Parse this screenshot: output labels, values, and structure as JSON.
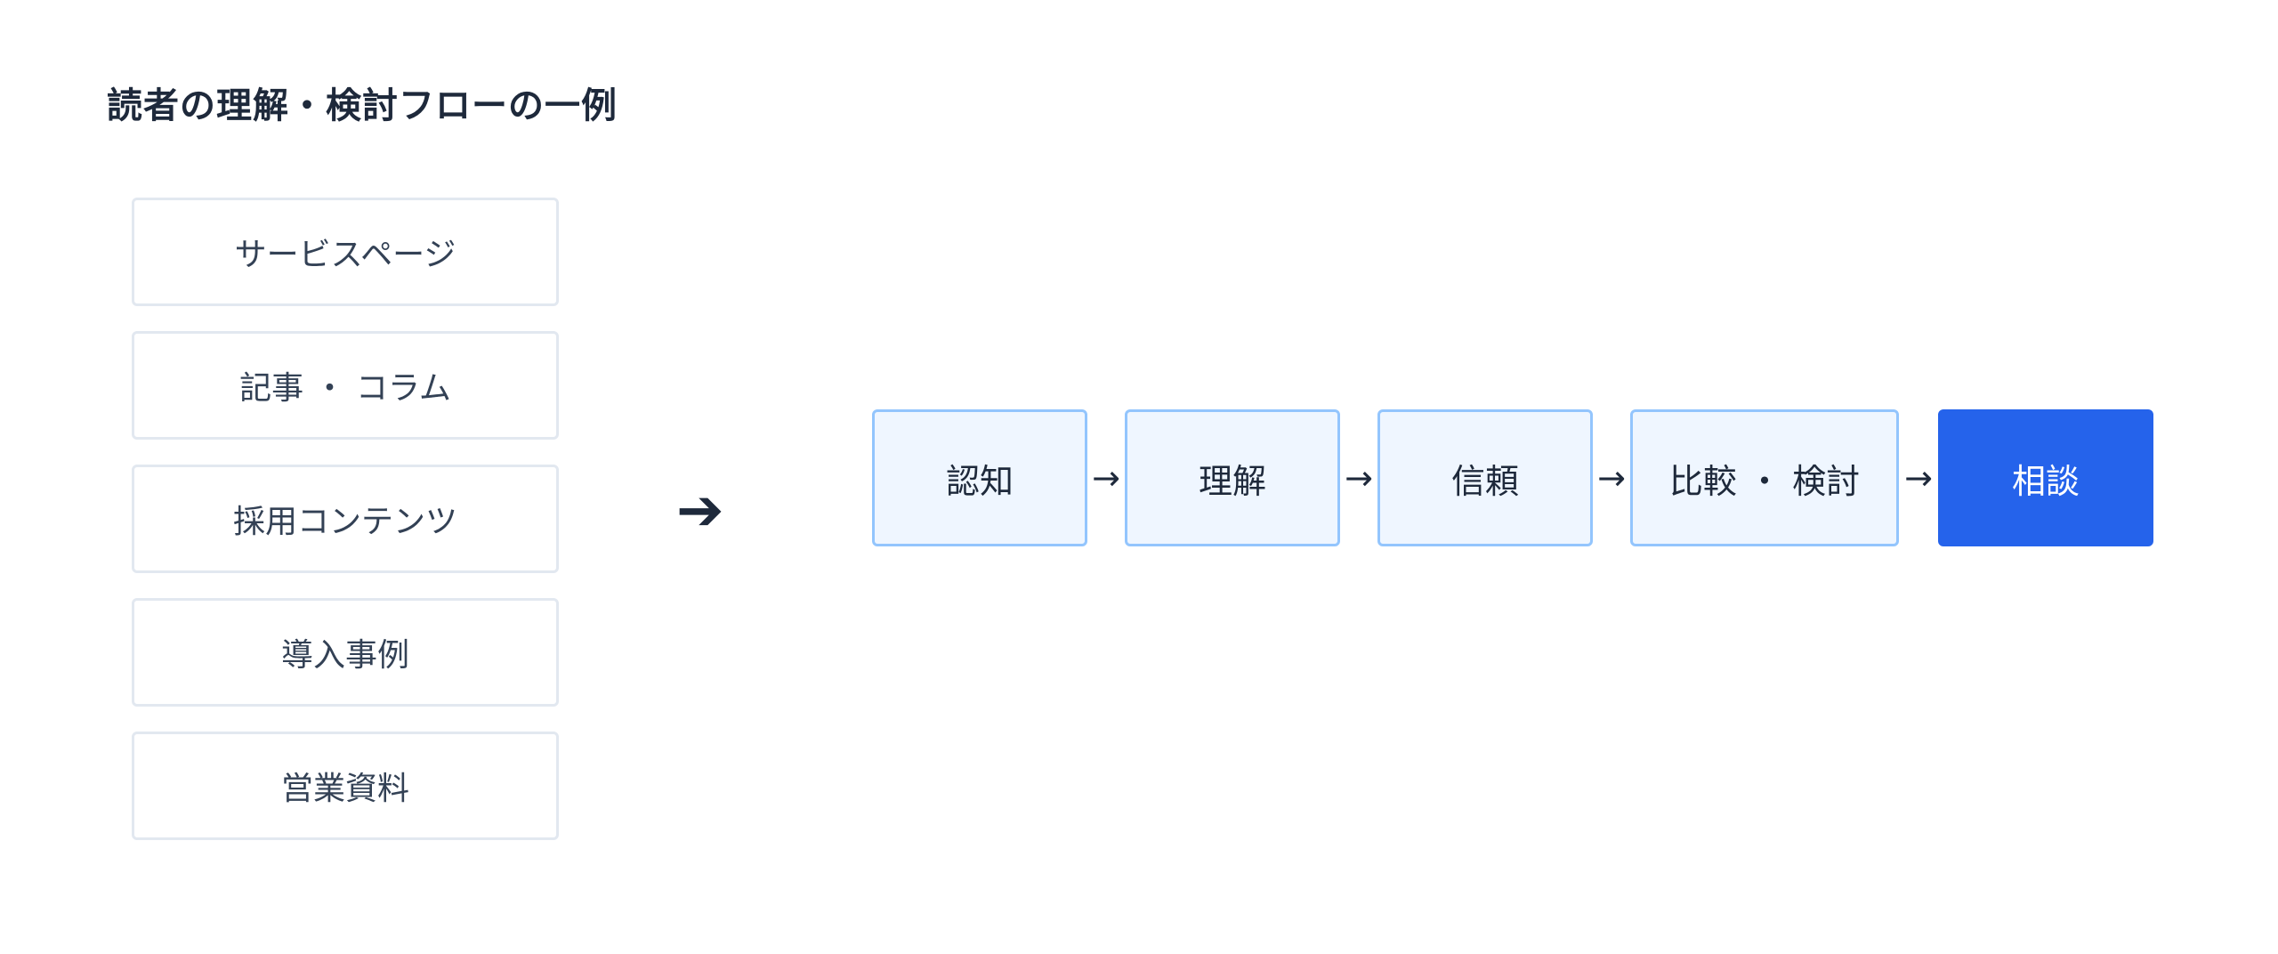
{
  "title": "読者の理解・検討フローの一例",
  "sources": [
    {
      "label": "サービスページ"
    },
    {
      "label": "記事 ・ コラム"
    },
    {
      "label": "採用コンテンツ"
    },
    {
      "label": "導入事例"
    },
    {
      "label": "営業資料"
    }
  ],
  "main_arrow": "➔",
  "connector": "→",
  "stages": [
    {
      "label": "認知"
    },
    {
      "label": "理解"
    },
    {
      "label": "信頼"
    },
    {
      "label": "比較 ・ 検討"
    },
    {
      "label": "相談"
    }
  ],
  "colors": {
    "stage_fill": "#eff6ff",
    "stage_border": "#93c5fd",
    "final_fill": "#2563eb",
    "source_border": "#e2e8f0",
    "text": "#1e293b"
  }
}
